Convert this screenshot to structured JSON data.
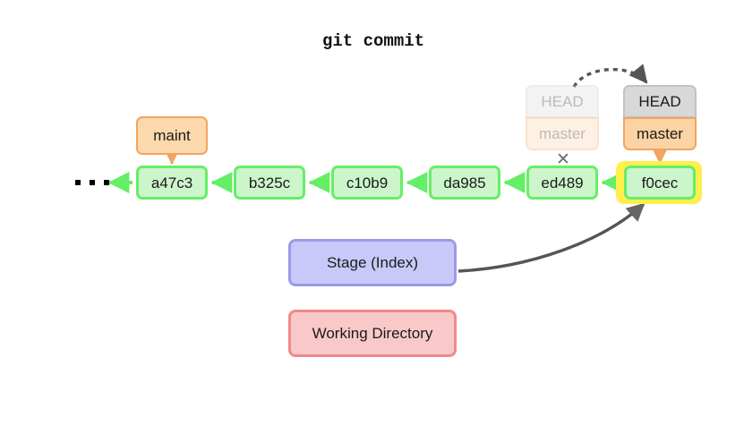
{
  "diagram": {
    "title": "git commit",
    "background": "#ffffff",
    "colors": {
      "commit_fill": "#ccf5cc",
      "commit_border": "#66ee66",
      "ref_fill": "#fcd9ad",
      "ref_border": "#f4a460",
      "head_fill": "#d8d8d8",
      "head_border": "#c2c2c2",
      "stage_fill": "#c9c9f9",
      "stage_border": "#9a9ae8",
      "workdir_fill": "#f9c9c9",
      "workdir_border": "#f08a8a",
      "highlight": "#ffef4d",
      "arrow_gray": "#555555"
    },
    "ellipsis": "· · ·",
    "x_mark": "✕"
  },
  "commits": [
    {
      "id": "a47c3"
    },
    {
      "id": "b325c"
    },
    {
      "id": "c10b9"
    },
    {
      "id": "da985"
    },
    {
      "id": "ed489"
    },
    {
      "id": "f0cec"
    }
  ],
  "refs": {
    "maint": "maint",
    "head": "HEAD",
    "master": "master",
    "head_old": "HEAD",
    "master_old": "master"
  },
  "areas": {
    "stage": "Stage (Index)",
    "working_directory": "Working Directory"
  }
}
